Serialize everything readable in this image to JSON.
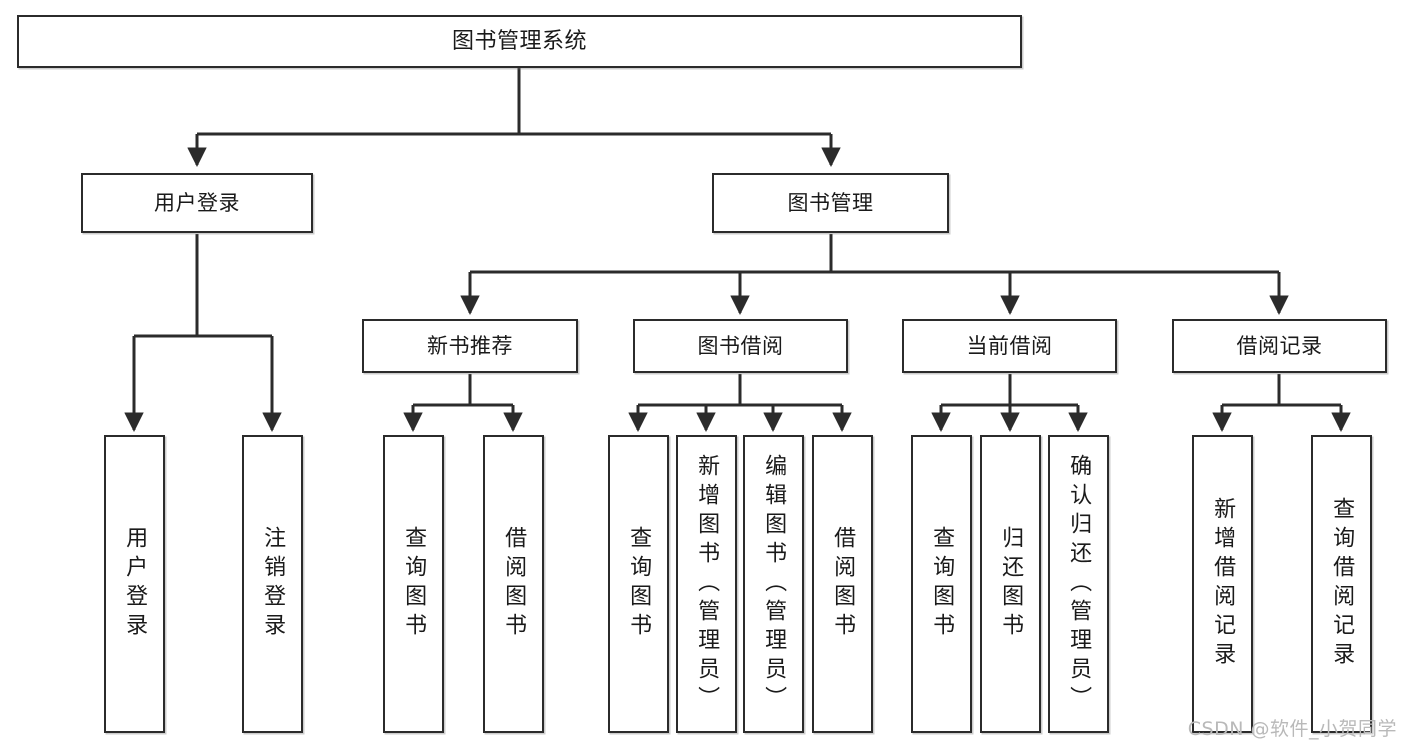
{
  "diagram": {
    "title": "图书管理系统",
    "type": "tree-hierarchy-diagram",
    "watermark": "CSDN @软件_小贺同学",
    "colors": {
      "box_border": "#2b2b2b",
      "box_fill": "#ffffff",
      "connector": "#2b2b2b",
      "text": "#1a1a1a",
      "watermark": "#b9b9b9",
      "background": "#ffffff"
    },
    "nodes": {
      "root": {
        "label": "图书管理系统"
      },
      "level2": [
        {
          "label": "用户登录"
        },
        {
          "label": "图书管理"
        }
      ],
      "level3": [
        {
          "label": "新书推荐"
        },
        {
          "label": "图书借阅"
        },
        {
          "label": "当前借阅"
        },
        {
          "label": "借阅记录"
        }
      ],
      "leaves": {
        "user_login": [
          {
            "label": "用户登录"
          },
          {
            "label": "注销登录"
          }
        ],
        "new_book_recommend": [
          {
            "label": "查询图书"
          },
          {
            "label": "借阅图书"
          }
        ],
        "book_borrow": [
          {
            "label": "查询图书"
          },
          {
            "label": "新增图书（管理员）"
          },
          {
            "label": "编辑图书（管理员）"
          },
          {
            "label": "借阅图书"
          }
        ],
        "current_borrow": [
          {
            "label": "查询图书"
          },
          {
            "label": "归还图书"
          },
          {
            "label": "确认归还（管理员）"
          }
        ],
        "borrow_record": [
          {
            "label": "新增借阅记录"
          },
          {
            "label": "查询借阅记录"
          }
        ]
      }
    }
  }
}
